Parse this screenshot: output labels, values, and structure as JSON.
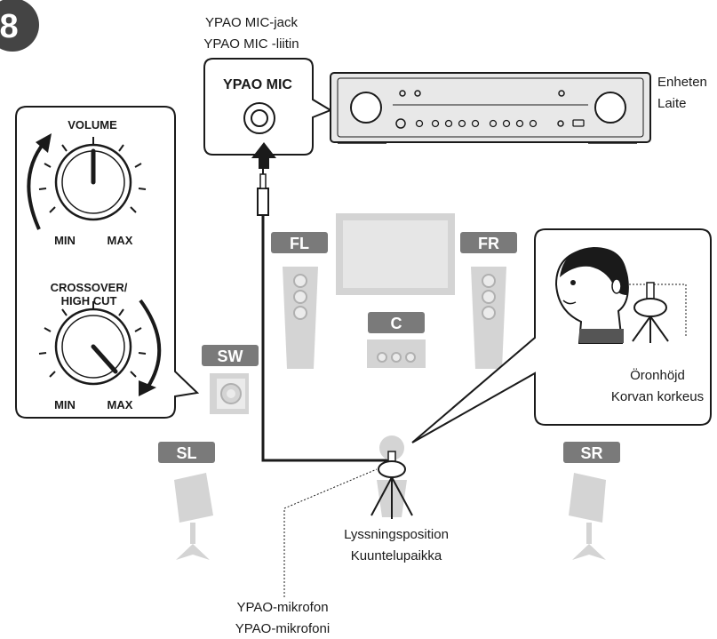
{
  "step": {
    "number": "8"
  },
  "jack": {
    "caption_line1": "YPAO MIC-jack",
    "caption_line2": "YPAO MIC -liitin",
    "panel_label": "YPAO MIC"
  },
  "unit": {
    "line1": "Enheten",
    "line2": "Laite"
  },
  "subwoofer_panel": {
    "volume_title": "VOLUME",
    "volume_min": "MIN",
    "volume_max": "MAX",
    "crossover_line1": "CROSSOVER/",
    "crossover_line2": "HIGH CUT",
    "crossover_min": "MIN",
    "crossover_max": "MAX"
  },
  "speakers": {
    "fl": "FL",
    "fr": "FR",
    "c": "C",
    "sw": "SW",
    "sl": "SL",
    "sr": "SR"
  },
  "ear_callout": {
    "line1": "Öronhöjd",
    "line2": "Korvan korkeus"
  },
  "listening": {
    "line1": "Lyssningsposition",
    "line2": "Kuuntelupaikka"
  },
  "microphone": {
    "line1": "YPAO-mikrofon",
    "line2": "YPAO-mikrofoni"
  },
  "colors": {
    "speaker_gray": "#d4d4d4",
    "label_gray": "#7a7a7a",
    "outline": "#1a1a1a",
    "receiver_fill": "#e8e8e8"
  }
}
